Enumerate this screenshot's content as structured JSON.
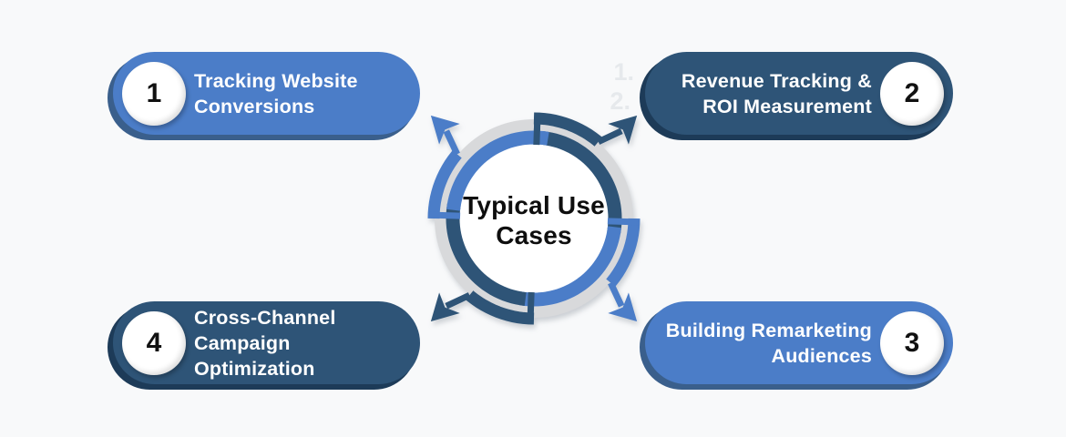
{
  "canvas": {
    "background": "#F8F9FA"
  },
  "colors": {
    "light_blue": "#4B7DC8",
    "dark_blue": "#2E5477",
    "light_rim": "#3A5F8C",
    "dark_rim": "#1D3B58",
    "ring_gray": "#D8D9DB",
    "label_text": "#FFFFFF",
    "number_text": "#111111",
    "title_text": "#0E0E0E",
    "ghost_text": "#E6E9EC"
  },
  "center": {
    "title": "Typical Use Cases",
    "title_lines": [
      "Typical Use",
      "Cases"
    ]
  },
  "ghost_numbers": [
    "1.",
    "2."
  ],
  "items": [
    {
      "number": "1",
      "label": "Tracking Website Conversions",
      "lines": [
        "Tracking Website",
        "Conversions"
      ],
      "variant": "light",
      "position": "top-left"
    },
    {
      "number": "2",
      "label": "Revenue Tracking & ROI Measurement",
      "lines": [
        "Revenue Tracking &",
        "ROI Measurement"
      ],
      "variant": "dark",
      "position": "top-right"
    },
    {
      "number": "3",
      "label": "Building Remarketing Audiences",
      "lines": [
        "Building Remarketing",
        "Audiences"
      ],
      "variant": "light",
      "position": "bottom-right"
    },
    {
      "number": "4",
      "label": "Cross-Channel Campaign Optimization",
      "lines": [
        "Cross-Channel",
        "Campaign Optimization"
      ],
      "variant": "dark",
      "position": "bottom-left"
    }
  ]
}
